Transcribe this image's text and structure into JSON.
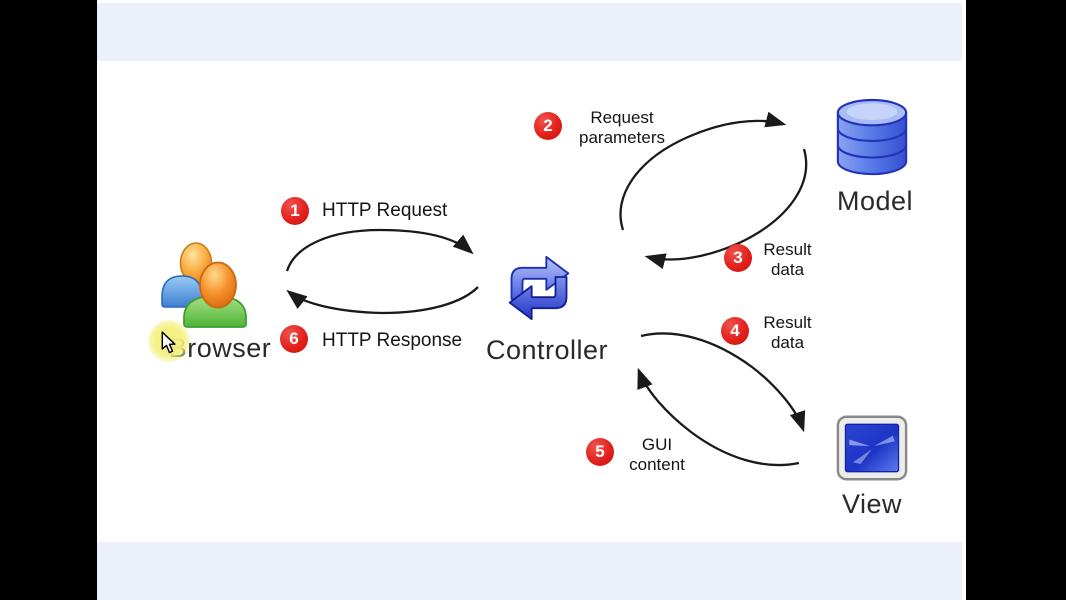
{
  "diagram": {
    "nodes": {
      "browser": {
        "label": "Browser",
        "icon": "users-group-icon"
      },
      "controller": {
        "label": "Controller",
        "icon": "sync-arrows-icon"
      },
      "model": {
        "label": "Model",
        "icon": "database-icon"
      },
      "view": {
        "label": "View",
        "icon": "screen-icon"
      }
    },
    "steps": {
      "s1": {
        "num": "1",
        "lines": [
          "HTTP Request"
        ]
      },
      "s2": {
        "num": "2",
        "lines": [
          "Request",
          "parameters"
        ]
      },
      "s3": {
        "num": "3",
        "lines": [
          "Result",
          "data"
        ]
      },
      "s4": {
        "num": "4",
        "lines": [
          "Result",
          "data"
        ]
      },
      "s5": {
        "num": "5",
        "lines": [
          "GUI",
          "content"
        ]
      },
      "s6": {
        "num": "6",
        "lines": [
          "HTTP Response"
        ]
      }
    },
    "colors": {
      "badge_red": "#e2211c",
      "band_lavender": "#ecf0f8",
      "side_bars": "#000000",
      "arrow_black": "#1a1a1a",
      "icon_blue": "#3a50d9"
    }
  }
}
